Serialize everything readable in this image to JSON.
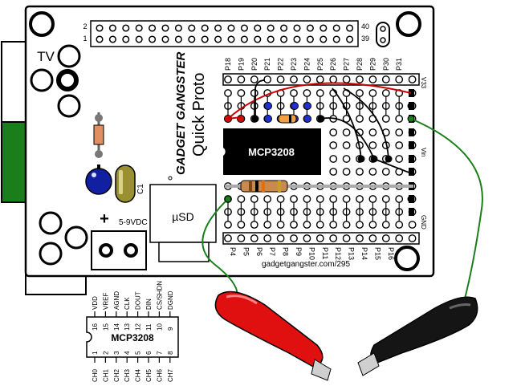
{
  "board": {
    "brand": "GADGET GANGSTER",
    "product": "Quick Proto",
    "url": "gadgetgangster.com/295",
    "tv_label": "TV",
    "usd_label": "µSD",
    "power_plus": "+",
    "power_label": "5-9VDC",
    "cap_label": "C1",
    "header_row_top_left": "2",
    "header_row_bottom_left": "1",
    "header_row_top_right": "40",
    "header_row_bottom_right": "39",
    "chip_label": "MCP3208",
    "rail_v33": "V33",
    "rail_vin": "Vin",
    "rail_gnd": "GND",
    "top_pins": [
      "P18",
      "P19",
      "P20",
      "P21",
      "P22",
      "P23",
      "P24",
      "P25",
      "P26",
      "P27",
      "P28",
      "P29",
      "P30",
      "P31"
    ],
    "bottom_pins": [
      "P4",
      "P5",
      "P6",
      "P7",
      "P8",
      "P9",
      "P10",
      "P11",
      "P12",
      "P13",
      "P14",
      "P15",
      "P16"
    ]
  },
  "pinout": {
    "chip_label": "MCP3208",
    "top_pin_names": [
      "VDD",
      "VREF",
      "AGND",
      "CLK",
      "DOUT",
      "DIN",
      "CS/SHDN",
      "DGND"
    ],
    "top_pin_numbers": [
      "16",
      "15",
      "14",
      "13",
      "12",
      "11",
      "10",
      "9"
    ],
    "bottom_pin_names": [
      "CH0",
      "CH1",
      "CH2",
      "CH3",
      "CH4",
      "CH5",
      "CH6",
      "CH7"
    ],
    "bottom_pin_numbers": [
      "1",
      "2",
      "3",
      "4",
      "5",
      "6",
      "7",
      "8"
    ]
  },
  "colors": {
    "board": "#ffffff",
    "power_jack": "#1a7f1a",
    "red_clip": "#e01010",
    "black_clip": "#151515",
    "wire_red": "#cc0000",
    "wire_green": "#1a7f1a",
    "led_blue": "#1020a0",
    "cap_olive": "#9a9032"
  }
}
